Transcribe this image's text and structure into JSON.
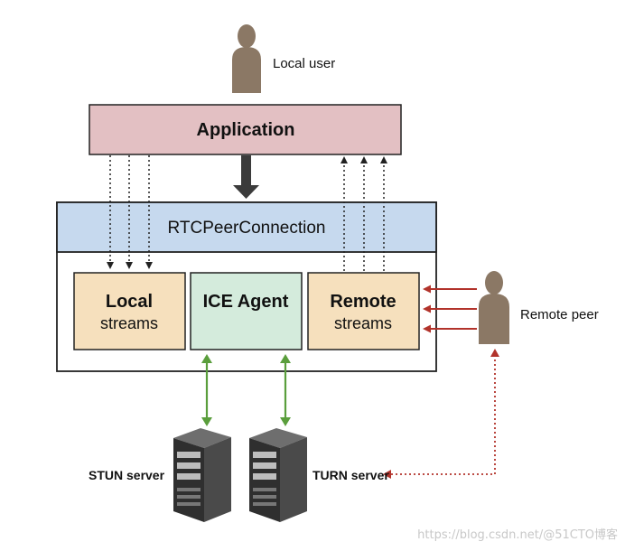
{
  "diagram": {
    "local_user_label": "Local user",
    "application_label": "Application",
    "peerconnection_label": "RTCPeerConnection",
    "local_streams": {
      "title": "Local",
      "subtitle": "streams"
    },
    "ice_agent_label": "ICE Agent",
    "remote_streams": {
      "title": "Remote",
      "subtitle": "streams"
    },
    "remote_peer_label": "Remote peer",
    "stun_label": "STUN server",
    "turn_label": "TURN server",
    "watermark": "https://blog.csdn.net/@51CTO博客"
  },
  "colors": {
    "application_fill": "#e3c0c3",
    "peerconnection_fill": "#c6d9ee",
    "streams_fill": "#f6e0bd",
    "ice_fill": "#d4ebdc",
    "green_arrow": "#5a9e3c",
    "red_arrow": "#b2332b",
    "person": "#8b7865"
  }
}
